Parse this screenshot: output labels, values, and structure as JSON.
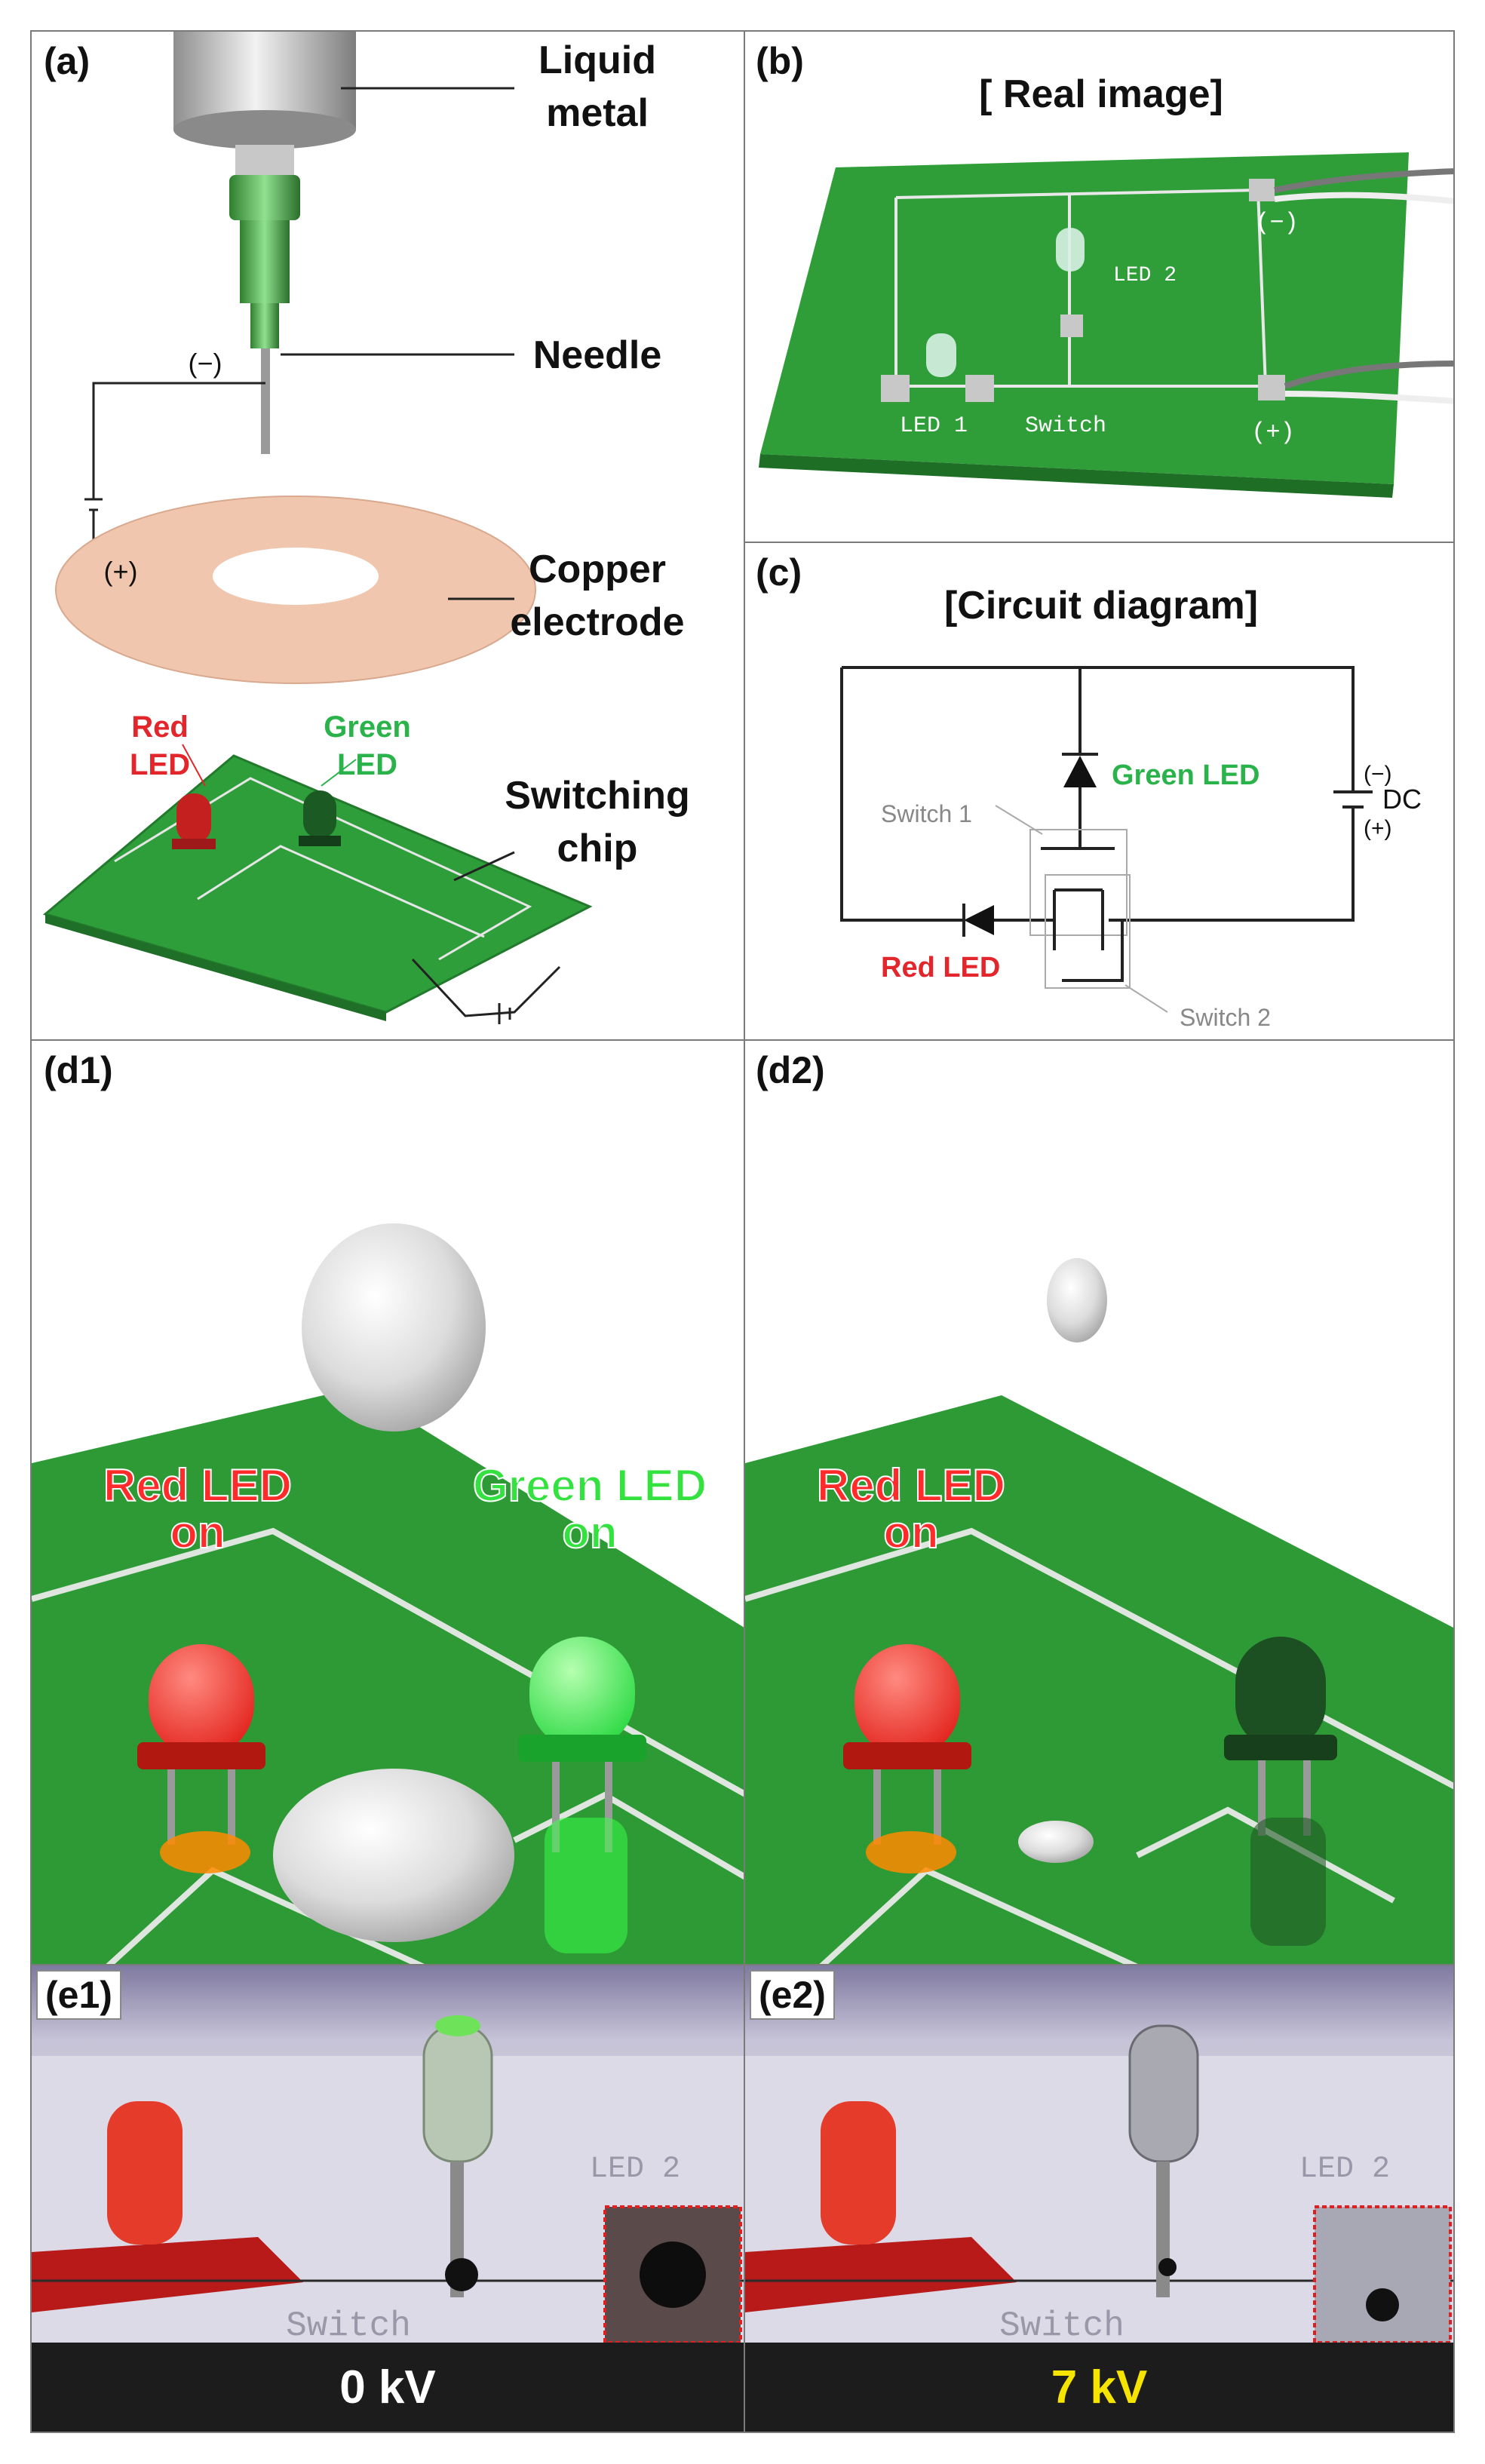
{
  "panel_a": {
    "label": "(a)",
    "liquid_metal": [
      "Liquid",
      "metal"
    ],
    "needle": "Needle",
    "minus": "(−)",
    "plus": "(+)",
    "copper": [
      "Copper",
      "electrode"
    ],
    "red_led": [
      "Red",
      "LED"
    ],
    "green_led": [
      "Green",
      "LED"
    ],
    "switching_chip": [
      "Switching",
      "chip"
    ]
  },
  "panel_b": {
    "label": "(b)",
    "title": "[ Real image]",
    "minus": "(−)",
    "plus": "(+)",
    "led1": "LED 1",
    "led2": "LED 2",
    "switch": "Switch"
  },
  "panel_c": {
    "label": "(c)",
    "title": "[Circuit diagram]",
    "green_led": "Green LED",
    "red_led": "Red LED",
    "switch1": "Switch 1",
    "switch2": "Switch 2",
    "dc": "DC",
    "minus": "(−)",
    "plus": "(+)"
  },
  "panel_d1": {
    "label": "(d1)",
    "red_led_status": [
      "Red LED",
      "on"
    ],
    "green_led_status": [
      "Green LED",
      "on"
    ]
  },
  "panel_d2": {
    "label": "(d2)",
    "red_led_status": [
      "Red LED",
      "on"
    ]
  },
  "panel_e1": {
    "label": "(e1)",
    "voltage": "0 kV",
    "led2": "LED 2",
    "switch": "Switch"
  },
  "panel_e2": {
    "label": "(e2)",
    "voltage": "7 kV",
    "led2": "LED 2",
    "switch": "Switch"
  },
  "colors": {
    "pcb_green": "#2e9e3a",
    "red_label": "#e3262b",
    "green_label": "#29b34a",
    "copper": "#f0c7ae",
    "voltage_white": "#ffffff",
    "voltage_yellow": "#f5e400"
  }
}
